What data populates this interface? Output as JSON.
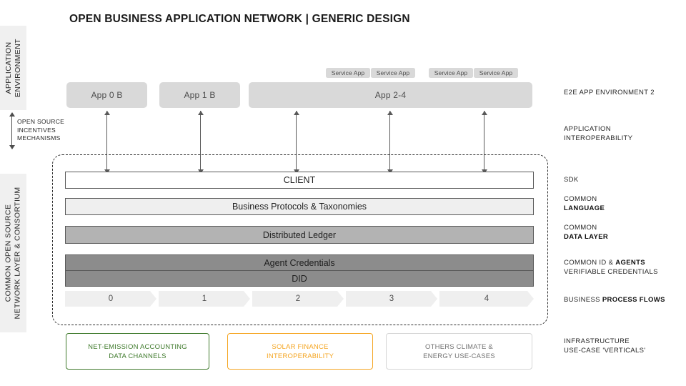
{
  "title": "OPEN BUSINESS APPLICATION NETWORK | GENERIC DESIGN",
  "bands": {
    "application_environment": "APPLICATION\nENVIRONMENT",
    "consortium": "COMMON OPEN SOURCE\nNETWORK LAYER & CONSORTIUM"
  },
  "open_source_note": "OPEN SOURCE\nINCENTIVES\nMECHANISMS",
  "app_environment": {
    "apps": [
      {
        "label": "App 0 B"
      },
      {
        "label": "App 1 B"
      },
      {
        "label": "App 2-4"
      }
    ],
    "service_chips": [
      {
        "label": "Service App"
      },
      {
        "label": "Service App"
      },
      {
        "label": "Service App"
      },
      {
        "label": "Service App"
      }
    ]
  },
  "stack": {
    "client": "CLIENT",
    "protocols": "Business Protocols & Taxonomies",
    "ledger": "Distributed Ledger",
    "agent_credentials": "Agent Credentials",
    "did": "DID"
  },
  "process_flow": {
    "steps": [
      "0",
      "1",
      "2",
      "3",
      "4"
    ]
  },
  "use_cases": [
    {
      "label": "NET-EMISSION ACCOUNTING\nDATA CHANNELS",
      "color": "#3f7a2c"
    },
    {
      "label": "SOLAR FINANCE\nINTEROPERABILITY",
      "color": "#f5a623"
    },
    {
      "label": "OTHERS CLIMATE &\nENERGY USE-CASES",
      "color": "#737373"
    }
  ],
  "right_labels": {
    "e2e": "E2E APP ENVIRONMENT 2",
    "interoperability": "APPLICATION\nINTEROPERABILITY",
    "sdk": "SDK",
    "language_normal": "COMMON",
    "language_bold": "LANGUAGE",
    "datalayer_normal": "COMMON",
    "datalayer_bold": "DATA LAYER",
    "agents_line1_normal": "COMMON ID & ",
    "agents_line1_bold": "AGENTS",
    "agents_line2": "VERIFIABLE CREDENTIALS",
    "flows_normal": "BUSINESS ",
    "flows_bold": "PROCESS FLOWS",
    "infrastructure": "INFRASTRUCTURE\nUSE-CASE 'VERTICALS'"
  },
  "colors": {
    "green": "#3f7a2c",
    "orange": "#f5a623",
    "gray": "#737373",
    "app_box": "#d9d9d9",
    "ledger": "#b3b3b3",
    "credentials": "#8c8c8c"
  }
}
